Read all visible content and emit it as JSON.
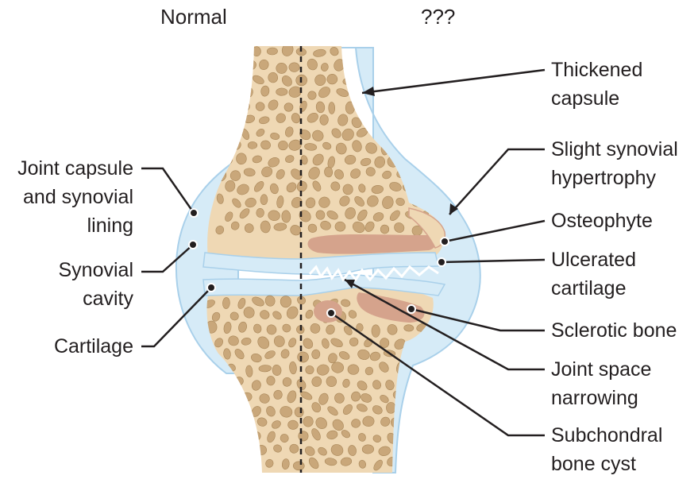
{
  "headers": {
    "left": "Normal",
    "right": "???"
  },
  "left_labels": [
    {
      "id": "joint-capsule",
      "lines": [
        "Joint capsule",
        "and synovial",
        "lining"
      ]
    },
    {
      "id": "synovial-cavity",
      "lines": [
        "Synovial",
        "cavity"
      ]
    },
    {
      "id": "cartilage",
      "lines": [
        "Cartilage"
      ]
    }
  ],
  "right_labels": [
    {
      "id": "thickened-capsule",
      "lines": [
        "Thickened",
        "capsule"
      ]
    },
    {
      "id": "synovial-hypertrophy",
      "lines": [
        "Slight synovial",
        "hypertrophy"
      ]
    },
    {
      "id": "osteophyte",
      "lines": [
        "Osteophyte"
      ]
    },
    {
      "id": "ulcerated-cartilage",
      "lines": [
        "Ulcerated",
        "cartilage"
      ]
    },
    {
      "id": "sclerotic-bone",
      "lines": [
        "Sclerotic bone"
      ]
    },
    {
      "id": "joint-space-narrowing",
      "lines": [
        "Joint space",
        "narrowing"
      ]
    },
    {
      "id": "subchondral-cyst",
      "lines": [
        "Subchondral",
        "bone cyst"
      ]
    }
  ],
  "colors": {
    "bone": "#efd8b4",
    "bone_pore": "#c9a77a",
    "bone_pore_edge": "#a88658",
    "capsule": "#d6ebf7",
    "capsule_edge": "#a9d0ea",
    "sclerotic": "#d5a38c",
    "leader": "#231f20",
    "text": "#231f20"
  }
}
